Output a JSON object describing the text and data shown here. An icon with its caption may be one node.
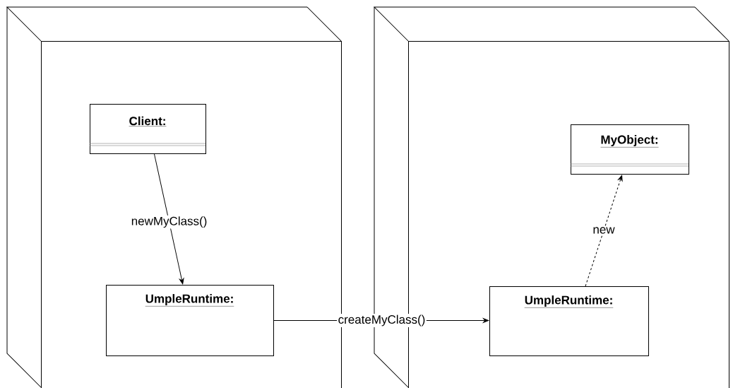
{
  "diagram": {
    "nodes": [
      {
        "text": [],
        "shape": "box"
      },
      {
        "text": [
          "Client:"
        ],
        "in": 0
      },
      {
        "text": [
          "UmpleRuntime:"
        ],
        "in": 0
      },
      {
        "text": [],
        "shape": "box"
      },
      {
        "text": [
          "MyObject:"
        ],
        "in": 3
      },
      {
        "text": [
          "UmpleRuntime:"
        ],
        "in": 3
      }
    ],
    "edges": [
      {
        "from": 1,
        "to": 2,
        "arrow": "to",
        "label": "newMyClass()"
      },
      {
        "from": 2,
        "to": 5,
        "arrow": "to",
        "label": "createMyClass()"
      },
      {
        "from": 5,
        "to": 4,
        "arrow": "to",
        "label": "new",
        "style": "dashed"
      }
    ]
  }
}
